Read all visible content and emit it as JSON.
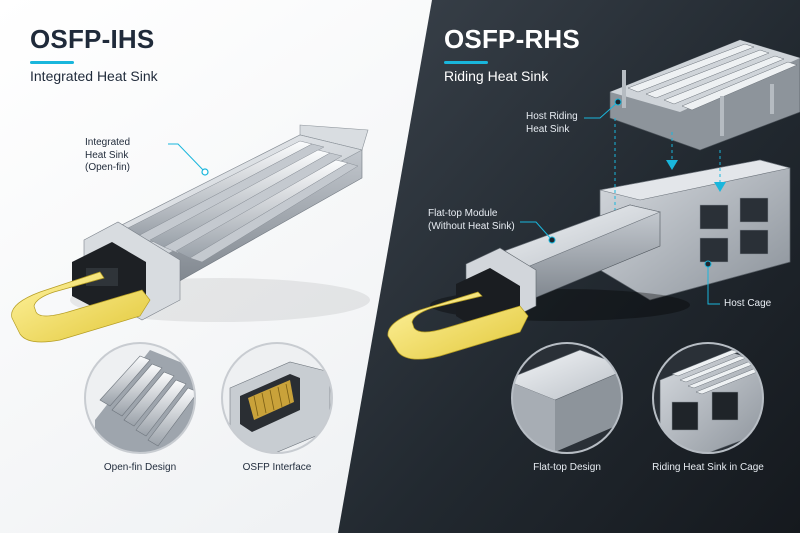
{
  "colors": {
    "left_bg": "#f4f5f7",
    "right_bg": "#1f262e",
    "accent": "#19b6dc",
    "bail_yellow": "#f1dc56",
    "metal_light": "#e9ecef",
    "metal_mid": "#b7bdc4",
    "metal_dark": "#6f767e"
  },
  "left_panel": {
    "title": "OSFP-IHS",
    "subtitle": "Integrated Heat Sink",
    "callouts": [
      {
        "label": "Integrated\nHeat Sink\n(Open-fin)"
      }
    ],
    "insets": [
      {
        "caption": "Open-fin Design",
        "icon": "fin-detail-icon"
      },
      {
        "caption": "OSFP Interface",
        "icon": "connector-detail-icon"
      }
    ]
  },
  "right_panel": {
    "title": "OSFP-RHS",
    "subtitle": "Riding Heat Sink",
    "callouts": [
      {
        "label": "Host Riding\nHeat Sink"
      },
      {
        "label": "Flat-top Module\n(Without Heat Sink)"
      },
      {
        "label": "Host Cage"
      }
    ],
    "insets": [
      {
        "caption": "Flat-top Design",
        "icon": "flat-top-detail-icon"
      },
      {
        "caption": "Riding Heat Sink in Cage",
        "icon": "cage-detail-icon"
      }
    ]
  }
}
